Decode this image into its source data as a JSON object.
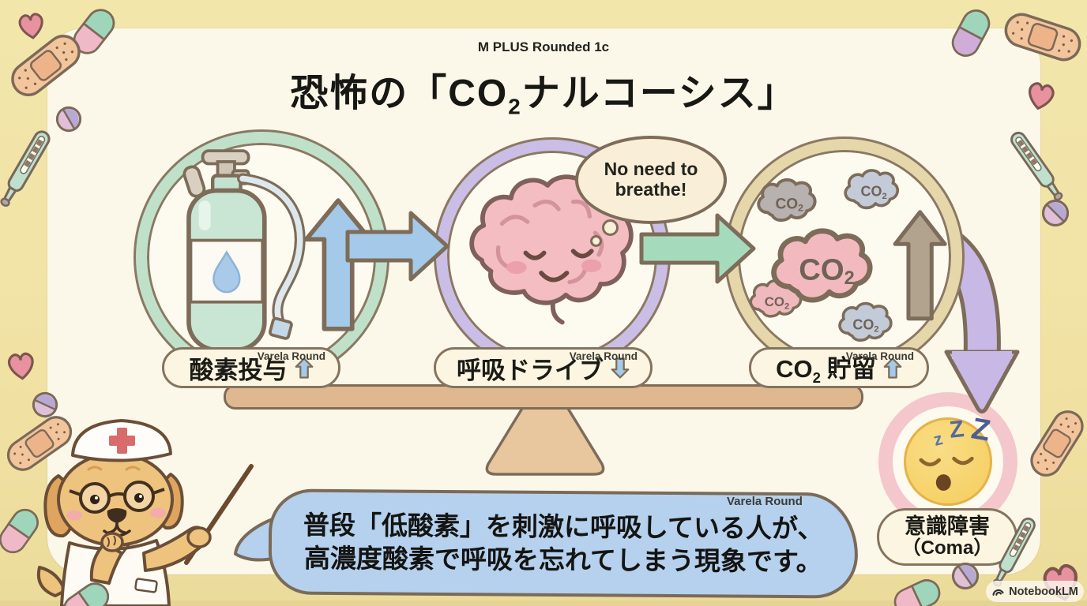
{
  "header": {
    "font_label": "M PLUS Rounded 1c",
    "title": {
      "pre": "恐怖の「CO",
      "sub": "2",
      "post": "ナルコーシス」"
    }
  },
  "steps": [
    {
      "id": "oxygen-supply",
      "font_label": "Varela Round",
      "label": "酸素投与",
      "arrow": "up",
      "icon": "oxygen-tank-icon"
    },
    {
      "id": "respiratory-drive",
      "font_label": "Varela Round",
      "label": "呼吸ドライブ",
      "arrow": "down",
      "icon": "brain-icon"
    },
    {
      "id": "co2-retention",
      "font_label": "Varela Round",
      "label_pre": "CO",
      "label_sub": "2",
      "label_post": "貯留",
      "arrow": "up",
      "icon": "co2-clouds-icon"
    }
  ],
  "thought_bubble": {
    "line1": "No need to",
    "line2": "breathe!"
  },
  "co2_clouds": [
    {
      "pre": "CO",
      "sub": "2",
      "color": "gray"
    },
    {
      "pre": "CO",
      "sub": "2",
      "color": "blue-gray"
    },
    {
      "pre": "CO",
      "sub": "2",
      "color": "pink-large"
    },
    {
      "pre": "CO",
      "sub": "2",
      "color": "pink-small"
    },
    {
      "pre": "CO",
      "sub": "2",
      "color": "blue-gray"
    }
  ],
  "result": {
    "line1": "意識障害",
    "line2": "（Coma）",
    "zzz": [
      "z",
      "Z",
      "Z"
    ],
    "icon": "sleeping-face-icon"
  },
  "speech_bubble": {
    "font_label": "Varela Round",
    "line1": "普段「低酸素」を刺激に呼吸している人が、",
    "line2": "高濃度酸素で呼吸を忘れてしまう現象です。"
  },
  "watermark": {
    "label": "NotebookLM"
  },
  "mascot": {
    "icon": "nurse-dog-icon"
  },
  "decoration_icons": [
    "heart-icon",
    "capsule-icon",
    "bandaid-icon",
    "round-pill-icon",
    "thermometer-icon"
  ],
  "colors": {
    "background": "#f2e4a8",
    "card": "#fbf7e9",
    "outline_brown": "#7d6c59",
    "ring_green": "#bfe1ca",
    "ring_purple": "#cabee6",
    "ring_tan": "#e6d7ab",
    "arrow_blue": "#a5c9e9",
    "arrow_green": "#a6dabd",
    "arrow_purple": "#c8b8e6",
    "speech_blue": "#b5d1ee",
    "seesaw_tan": "#e0b88f",
    "face_yellow": "#f5cd5e",
    "face_ring_pink": "#f4c7cc",
    "pill_cream": "#fcf5e1"
  }
}
